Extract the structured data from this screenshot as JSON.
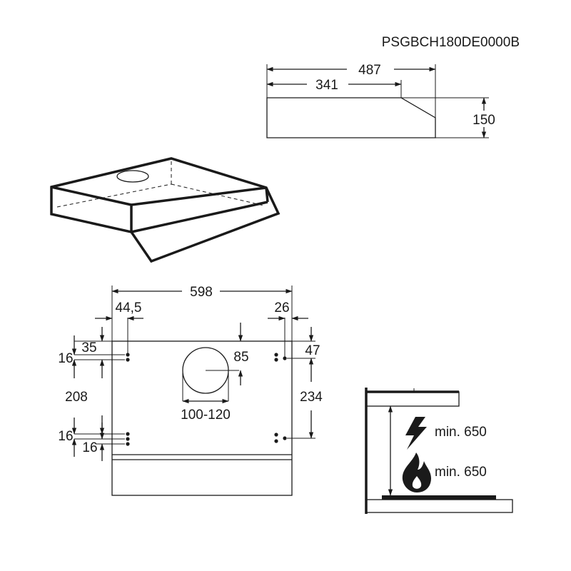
{
  "model": "PSGBCH180DE0000B",
  "side_view": {
    "overall_depth": "487",
    "flat_depth": "341",
    "height": "150"
  },
  "bottom_view": {
    "width": "598",
    "left_hole_offset": "44,5",
    "right_hole_offset": "26",
    "top_offset_left": "35",
    "top_offset_right": "47",
    "hole_spacing_top": "16",
    "left_vertical_spacing": "208",
    "right_vertical_spacing": "234",
    "hole_spacing_bottom_a": "16",
    "hole_spacing_bottom_b": "16",
    "outlet_offset": "85",
    "outlet_diameter": "100-120"
  },
  "clearance": {
    "electric_label": "min. 650",
    "gas_label": "min. 650",
    "electric_icon": "lightning-bolt-icon",
    "gas_icon": "flame-icon"
  }
}
